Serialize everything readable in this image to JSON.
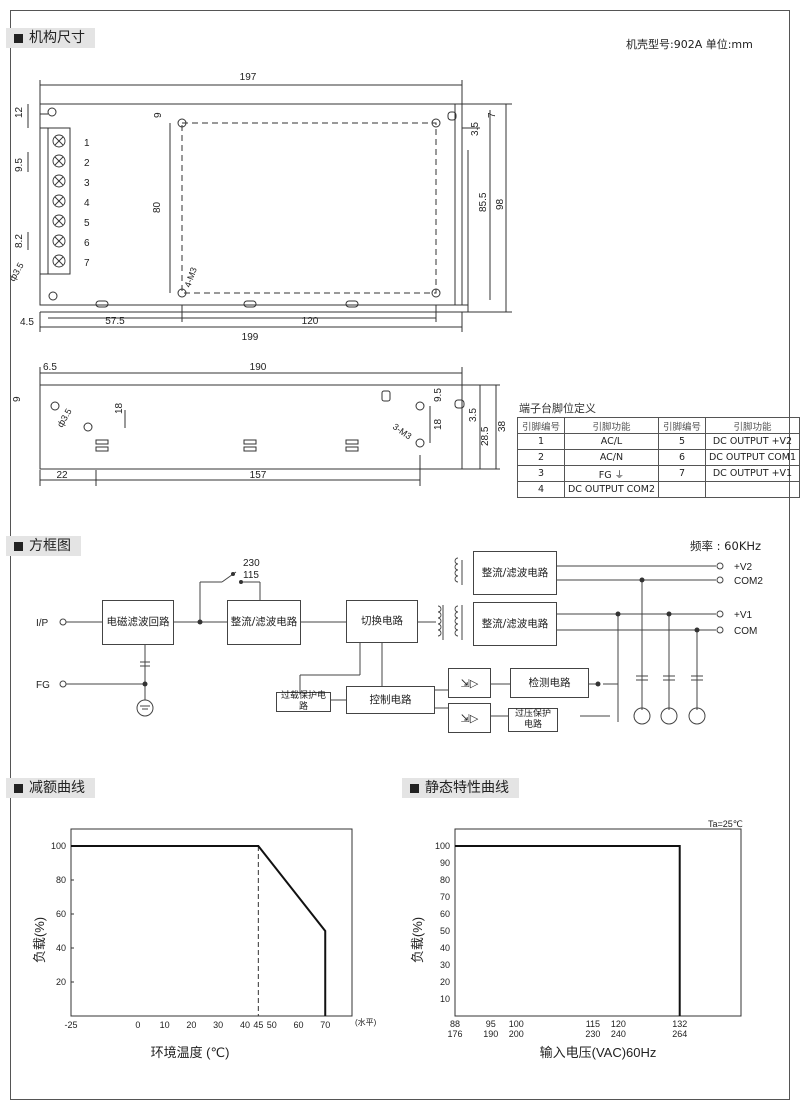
{
  "sections": {
    "dimensions": "机构尺寸",
    "block_diagram": "方框图",
    "derating": "减额曲线",
    "static": "静态特性曲线"
  },
  "case_note": "机壳型号:902A 单位:mm",
  "freq_note": "频率 : 60KHz",
  "top_view": {
    "dim_197": "197",
    "dim_12": "12",
    "dim_9": "9",
    "dim_9_5": "9.5",
    "dim_8_2": "8.2",
    "dim_80": "80",
    "dim_4m3": "4-M3",
    "dim_phi": "ф3.5",
    "dim_7": "7",
    "dim_3_5": "3.5",
    "dim_85_5": "85.5",
    "dim_98": "98",
    "dim_4_5": "4.5",
    "dim_57_5": "57.5",
    "dim_120": "120",
    "dim_199": "199",
    "pins": [
      "1",
      "2",
      "3",
      "4",
      "5",
      "6",
      "7"
    ]
  },
  "side_view": {
    "dim_6_5": "6.5",
    "dim_190": "190",
    "dim_9": "9",
    "dim_18a": "18",
    "dim_phi": "ф3.5",
    "dim_9_5": "9.5",
    "dim_18b": "18",
    "dim_3m3": "3-M3",
    "dim_3_5": "3.5",
    "dim_28_5": "28.5",
    "dim_38": "38",
    "dim_22": "22",
    "dim_157": "157"
  },
  "pin_table": {
    "title": "端子台脚位定义",
    "headers": [
      "引脚编号",
      "引脚功能",
      "引脚编号",
      "引脚功能"
    ],
    "rows": [
      [
        "1",
        "AC/L",
        "5",
        "DC OUTPUT +V2"
      ],
      [
        "2",
        "AC/N",
        "6",
        "DC OUTPUT COM1"
      ],
      [
        "3",
        "FG ⏚",
        "7",
        "DC OUTPUT +V1"
      ],
      [
        "4",
        "DC OUTPUT COM2",
        "",
        ""
      ]
    ]
  },
  "block": {
    "ip": "I/P",
    "fg": "FG",
    "v230": "230",
    "v115": "115",
    "emi": "电磁滤波回路",
    "rect1": "整流/滤波电路",
    "switch": "切换电路",
    "rect_out1": "整流/滤波电路",
    "rect_out2": "整流/滤波电路",
    "ovl": "过载保护电路",
    "ctrl": "控制电路",
    "detect": "检测电路",
    "ovp": "过压保护电路",
    "v2": "+V2",
    "com2": "COM2",
    "v1": "+V1",
    "com": "COM"
  },
  "derating_chart": {
    "ylabel": "负载(%)",
    "xlabel": "环境温度 (℃)",
    "xunit": "(水平)",
    "yticks": [
      "100",
      "80",
      "60",
      "40",
      "20"
    ],
    "xticks": [
      "-25",
      "0",
      "10",
      "20",
      "30",
      "40",
      "45",
      "50",
      "60",
      "70"
    ]
  },
  "static_chart": {
    "ylabel": "负载(%)",
    "xlabel": "输入电压(VAC)60Hz",
    "ta": "Ta=25℃",
    "yticks": [
      "100",
      "90",
      "80",
      "70",
      "60",
      "50",
      "40",
      "30",
      "20",
      "10"
    ],
    "xticks_top": [
      "88",
      "95",
      "100",
      "115",
      "120",
      "132"
    ],
    "xticks_bottom": [
      "176",
      "190",
      "200",
      "230",
      "240",
      "264"
    ]
  },
  "chart_data": [
    {
      "type": "line",
      "x": [
        -25,
        45,
        70,
        70
      ],
      "y": [
        100,
        100,
        50,
        0
      ],
      "xlabel": "环境温度 (℃)",
      "ylabel": "负载(%)",
      "xlim": [
        -25,
        80
      ],
      "ylim": [
        0,
        110
      ],
      "grid": false
    },
    {
      "type": "line",
      "x": [
        88,
        132,
        132
      ],
      "y": [
        100,
        100,
        0
      ],
      "xlabel": "输入电压(VAC)60Hz",
      "ylabel": "负载(%)",
      "xlim": [
        88,
        144
      ],
      "ylim": [
        0,
        110
      ],
      "grid": false
    }
  ]
}
